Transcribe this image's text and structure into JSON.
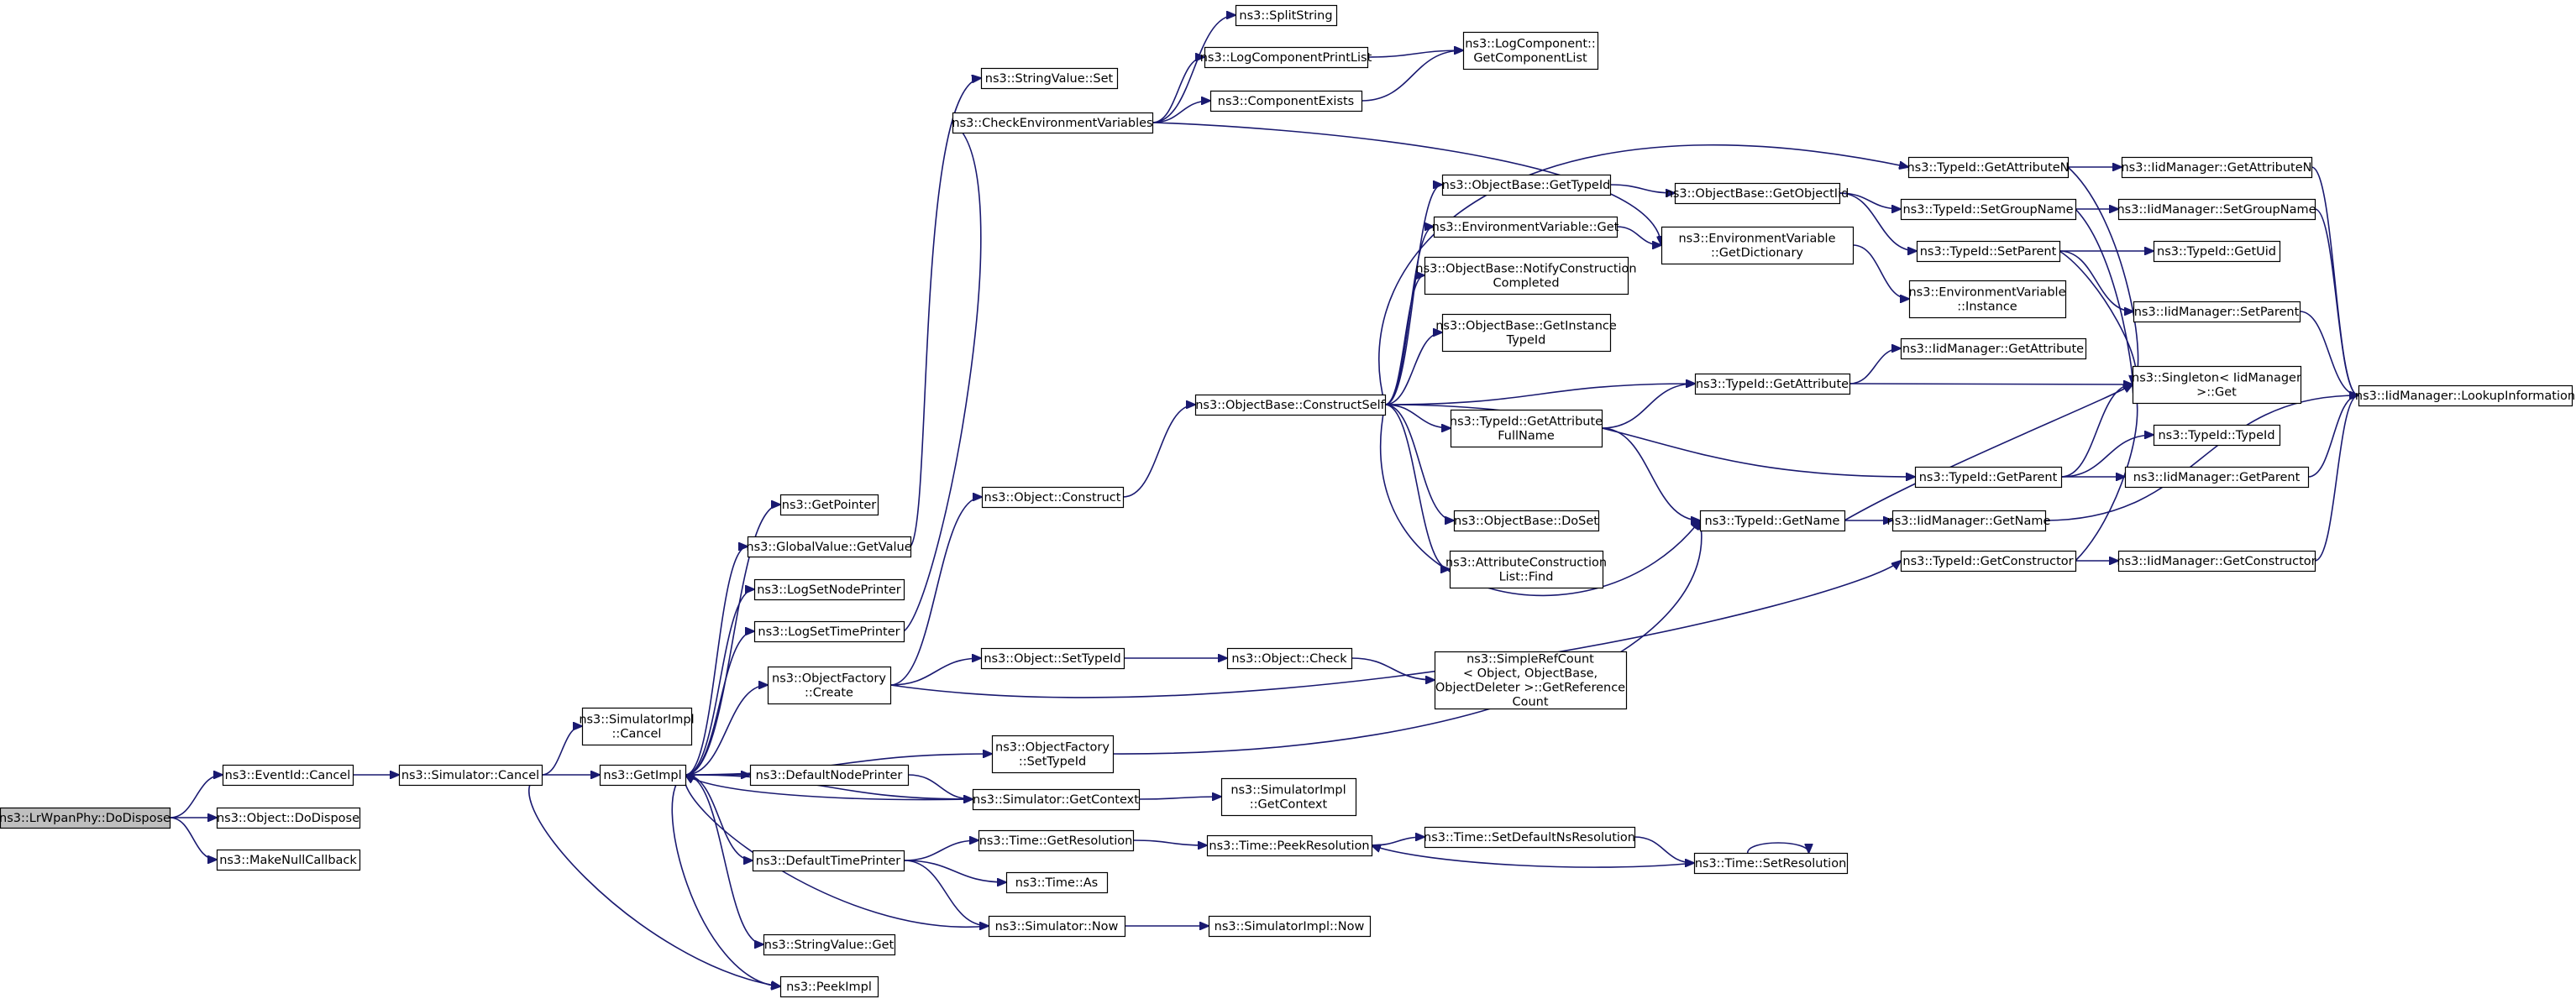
{
  "colors": {
    "edge": "#191970",
    "node_fill": "#ffffff",
    "root_fill": "#bfbfbf",
    "node_stroke": "#000000"
  },
  "nodes": {
    "root": {
      "lines": [
        "ns3::LrWpanPhy::DoDispose"
      ],
      "root": true
    },
    "eventid_cancel": {
      "lines": [
        "ns3::EventId::Cancel"
      ]
    },
    "object_dodispose": {
      "lines": [
        "ns3::Object::DoDispose"
      ]
    },
    "makenullcallback": {
      "lines": [
        "ns3::MakeNullCallback"
      ]
    },
    "simulator_cancel": {
      "lines": [
        "ns3::Simulator::Cancel"
      ]
    },
    "simulatorimpl_cancel": {
      "lines": [
        "ns3::SimulatorImpl",
        "::Cancel"
      ]
    },
    "getimpl": {
      "lines": [
        "ns3::GetImpl"
      ]
    },
    "peekimpl": {
      "lines": [
        "ns3::PeekImpl"
      ]
    },
    "getpointer": {
      "lines": [
        "ns3::GetPointer"
      ]
    },
    "globalvalue_getvalue": {
      "lines": [
        "ns3::GlobalValue::GetValue"
      ]
    },
    "logsetnodeprinter": {
      "lines": [
        "ns3::LogSetNodePrinter"
      ]
    },
    "logsettimeprinter": {
      "lines": [
        "ns3::LogSetTimePrinter"
      ]
    },
    "objectfactory_create": {
      "lines": [
        "ns3::ObjectFactory",
        "::Create"
      ]
    },
    "defaultnodeprinter": {
      "lines": [
        "ns3::DefaultNodePrinter"
      ]
    },
    "defaulttimeprinter": {
      "lines": [
        "ns3::DefaultTimePrinter"
      ]
    },
    "stringvalue_get": {
      "lines": [
        "ns3::StringValue::Get"
      ]
    },
    "stringvalue_set": {
      "lines": [
        "ns3::StringValue::Set"
      ]
    },
    "checkenv": {
      "lines": [
        "ns3::CheckEnvironmentVariables"
      ]
    },
    "splitstring": {
      "lines": [
        "ns3::SplitString"
      ]
    },
    "logcomponentprintlist": {
      "lines": [
        "ns3::LogComponentPrintList"
      ]
    },
    "componentexists": {
      "lines": [
        "ns3::ComponentExists"
      ]
    },
    "getcomponentlist": {
      "lines": [
        "ns3::LogComponent::",
        "GetComponentList"
      ]
    },
    "object_construct": {
      "lines": [
        "ns3::Object::Construct"
      ]
    },
    "constructself": {
      "lines": [
        "ns3::ObjectBase::ConstructSelf"
      ]
    },
    "object_settypeid": {
      "lines": [
        "ns3::Object::SetTypeId"
      ]
    },
    "object_check": {
      "lines": [
        "ns3::Object::Check"
      ]
    },
    "simplerefcount": {
      "lines": [
        "ns3::SimpleRefCount",
        "< Object, ObjectBase,",
        "ObjectDeleter >::GetReference",
        "Count"
      ]
    },
    "objectfactory_settypeid": {
      "lines": [
        "ns3::ObjectFactory",
        "::SetTypeId"
      ]
    },
    "simulator_getcontext": {
      "lines": [
        "ns3::Simulator::GetContext"
      ]
    },
    "simulatorimpl_getcontext": {
      "lines": [
        "ns3::SimulatorImpl",
        "::GetContext"
      ]
    },
    "time_getresolution": {
      "lines": [
        "ns3::Time::GetResolution"
      ]
    },
    "time_as": {
      "lines": [
        "ns3::Time::As"
      ]
    },
    "simulator_now": {
      "lines": [
        "ns3::Simulator::Now"
      ]
    },
    "simulatorimpl_now": {
      "lines": [
        "ns3::SimulatorImpl::Now"
      ]
    },
    "time_peekresolution": {
      "lines": [
        "ns3::Time::PeekResolution"
      ]
    },
    "time_setdefaultns": {
      "lines": [
        "ns3::Time::SetDefaultNsResolution"
      ]
    },
    "time_setresolution": {
      "lines": [
        "ns3::Time::SetResolution"
      ]
    },
    "objectbase_gettypeid": {
      "lines": [
        "ns3::ObjectBase::GetTypeId"
      ]
    },
    "envvar_get": {
      "lines": [
        "ns3::EnvironmentVariable::Get"
      ]
    },
    "notifyconstruction": {
      "lines": [
        "ns3::ObjectBase::NotifyConstruction",
        "Completed"
      ]
    },
    "getinstancetypeid": {
      "lines": [
        "ns3::ObjectBase::GetInstance",
        "TypeId"
      ]
    },
    "typeid_getattributefullname": {
      "lines": [
        "ns3::TypeId::GetAttribute",
        "FullName"
      ]
    },
    "objectbase_doset": {
      "lines": [
        "ns3::ObjectBase::DoSet"
      ]
    },
    "attrconstructionlist_find": {
      "lines": [
        "ns3::AttributeConstruction",
        "List::Find"
      ]
    },
    "objectbase_getobjectiid": {
      "lines": [
        "ns3::ObjectBase::GetObjectIid"
      ]
    },
    "envvar_getdictionary": {
      "lines": [
        "ns3::EnvironmentVariable",
        "::GetDictionary"
      ]
    },
    "envvar_instance": {
      "lines": [
        "ns3::EnvironmentVariable",
        "::Instance"
      ]
    },
    "typeid_getattribute": {
      "lines": [
        "ns3::TypeId::GetAttribute"
      ]
    },
    "typeid_getname": {
      "lines": [
        "ns3::TypeId::GetName"
      ]
    },
    "typeid_getattributen": {
      "lines": [
        "ns3::TypeId::GetAttributeN"
      ]
    },
    "typeid_setgroupname": {
      "lines": [
        "ns3::TypeId::SetGroupName"
      ]
    },
    "typeid_setparent": {
      "lines": [
        "ns3::TypeId::SetParent"
      ]
    },
    "typeid_getparent": {
      "lines": [
        "ns3::TypeId::GetParent"
      ]
    },
    "typeid_getconstructor": {
      "lines": [
        "ns3::TypeId::GetConstructor"
      ]
    },
    "iid_getattributen": {
      "lines": [
        "ns3::IidManager::GetAttributeN"
      ]
    },
    "iid_setgroupname": {
      "lines": [
        "ns3::IidManager::SetGroupName"
      ]
    },
    "typeid_getuid": {
      "lines": [
        "ns3::TypeId::GetUid"
      ]
    },
    "iid_setparent": {
      "lines": [
        "ns3::IidManager::SetParent"
      ]
    },
    "iid_getattribute": {
      "lines": [
        "ns3::IidManager::GetAttribute"
      ]
    },
    "singleton_get": {
      "lines": [
        "ns3::Singleton< IidManager",
        ">::Get"
      ]
    },
    "typeid_typeid": {
      "lines": [
        "ns3::TypeId::TypeId"
      ]
    },
    "iid_getparent": {
      "lines": [
        "ns3::IidManager::GetParent"
      ]
    },
    "iid_getname": {
      "lines": [
        "ns3::IidManager::GetName"
      ]
    },
    "iid_getconstructor": {
      "lines": [
        "ns3::IidManager::GetConstructor"
      ]
    },
    "iid_lookupinformation": {
      "lines": [
        "ns3::IidManager::LookupInformation"
      ]
    }
  },
  "edges": [
    [
      "root",
      "eventid_cancel"
    ],
    [
      "root",
      "object_dodispose"
    ],
    [
      "root",
      "makenullcallback"
    ],
    [
      "eventid_cancel",
      "simulator_cancel"
    ],
    [
      "simulator_cancel",
      "simulatorimpl_cancel"
    ],
    [
      "simulator_cancel",
      "getimpl"
    ],
    [
      "simulator_cancel",
      "peekimpl"
    ],
    [
      "getimpl",
      "getpointer"
    ],
    [
      "getimpl",
      "globalvalue_getvalue"
    ],
    [
      "getimpl",
      "logsetnodeprinter"
    ],
    [
      "getimpl",
      "logsettimeprinter"
    ],
    [
      "getimpl",
      "objectfactory_create"
    ],
    [
      "getimpl",
      "objectfactory_settypeid"
    ],
    [
      "getimpl",
      "defaultnodeprinter"
    ],
    [
      "getimpl",
      "simulator_getcontext"
    ],
    [
      "getimpl",
      "defaulttimeprinter"
    ],
    [
      "getimpl",
      "stringvalue_get"
    ],
    [
      "getimpl",
      "peekimpl"
    ],
    [
      "globalvalue_getvalue",
      "stringvalue_set"
    ],
    [
      "logsettimeprinter",
      "checkenv"
    ],
    [
      "checkenv",
      "splitstring"
    ],
    [
      "checkenv",
      "logcomponentprintlist"
    ],
    [
      "checkenv",
      "componentexists"
    ],
    [
      "checkenv",
      "envvar_getdictionary"
    ],
    [
      "logcomponentprintlist",
      "getcomponentlist"
    ],
    [
      "componentexists",
      "getcomponentlist"
    ],
    [
      "objectfactory_create",
      "object_construct"
    ],
    [
      "objectfactory_create",
      "object_settypeid"
    ],
    [
      "objectfactory_create",
      "typeid_getconstructor"
    ],
    [
      "object_construct",
      "constructself"
    ],
    [
      "object_settypeid",
      "object_check"
    ],
    [
      "object_check",
      "simplerefcount"
    ],
    [
      "objectfactory_settypeid",
      "typeid_getname"
    ],
    [
      "defaultnodeprinter",
      "simulator_getcontext"
    ],
    [
      "simulator_getcontext",
      "simulatorimpl_getcontext"
    ],
    [
      "simulator_getcontext",
      "getimpl"
    ],
    [
      "defaulttimeprinter",
      "time_getresolution"
    ],
    [
      "defaulttimeprinter",
      "time_as"
    ],
    [
      "defaulttimeprinter",
      "simulator_now"
    ],
    [
      "time_getresolution",
      "time_peekresolution"
    ],
    [
      "simulator_now",
      "simulatorimpl_now"
    ],
    [
      "simulator_now",
      "getimpl"
    ],
    [
      "time_peekresolution",
      "time_setdefaultns"
    ],
    [
      "time_setdefaultns",
      "time_setresolution"
    ],
    [
      "time_setresolution",
      "time_peekresolution"
    ],
    [
      "time_setresolution",
      "time_setresolution"
    ],
    [
      "constructself",
      "objectbase_gettypeid"
    ],
    [
      "constructself",
      "envvar_get"
    ],
    [
      "constructself",
      "notifyconstruction"
    ],
    [
      "constructself",
      "getinstancetypeid"
    ],
    [
      "constructself",
      "typeid_getattributefullname"
    ],
    [
      "constructself",
      "objectbase_doset"
    ],
    [
      "constructself",
      "attrconstructionlist_find"
    ],
    [
      "constructself",
      "typeid_getattribute"
    ],
    [
      "constructself",
      "typeid_getattributen"
    ],
    [
      "constructself",
      "typeid_getparent"
    ],
    [
      "constructself",
      "typeid_getname"
    ],
    [
      "objectbase_gettypeid",
      "objectbase_getobjectiid"
    ],
    [
      "envvar_get",
      "envvar_getdictionary"
    ],
    [
      "envvar_getdictionary",
      "envvar_instance"
    ],
    [
      "typeid_getattributefullname",
      "typeid_getattribute"
    ],
    [
      "typeid_getattributefullname",
      "typeid_getname"
    ],
    [
      "objectbase_getobjectiid",
      "typeid_setgroupname"
    ],
    [
      "objectbase_getobjectiid",
      "typeid_setparent"
    ],
    [
      "typeid_getattribute",
      "iid_getattribute"
    ],
    [
      "typeid_getattribute",
      "singleton_get"
    ],
    [
      "typeid_getname",
      "singleton_get"
    ],
    [
      "typeid_getname",
      "iid_getname"
    ],
    [
      "typeid_getattributen",
      "iid_getattributen"
    ],
    [
      "typeid_getattributen",
      "singleton_get"
    ],
    [
      "typeid_setgroupname",
      "iid_setgroupname"
    ],
    [
      "typeid_setgroupname",
      "singleton_get"
    ],
    [
      "typeid_setparent",
      "typeid_getuid"
    ],
    [
      "typeid_setparent",
      "iid_setparent"
    ],
    [
      "typeid_setparent",
      "singleton_get"
    ],
    [
      "typeid_getparent",
      "typeid_typeid"
    ],
    [
      "typeid_getparent",
      "iid_getparent"
    ],
    [
      "typeid_getparent",
      "singleton_get"
    ],
    [
      "typeid_getconstructor",
      "iid_getconstructor"
    ],
    [
      "typeid_getconstructor",
      "singleton_get"
    ],
    [
      "iid_getattributen",
      "iid_lookupinformation"
    ],
    [
      "iid_setgroupname",
      "iid_lookupinformation"
    ],
    [
      "iid_setparent",
      "iid_lookupinformation"
    ],
    [
      "iid_getparent",
      "iid_lookupinformation"
    ],
    [
      "iid_getname",
      "iid_lookupinformation"
    ],
    [
      "iid_getconstructor",
      "iid_lookupinformation"
    ]
  ]
}
